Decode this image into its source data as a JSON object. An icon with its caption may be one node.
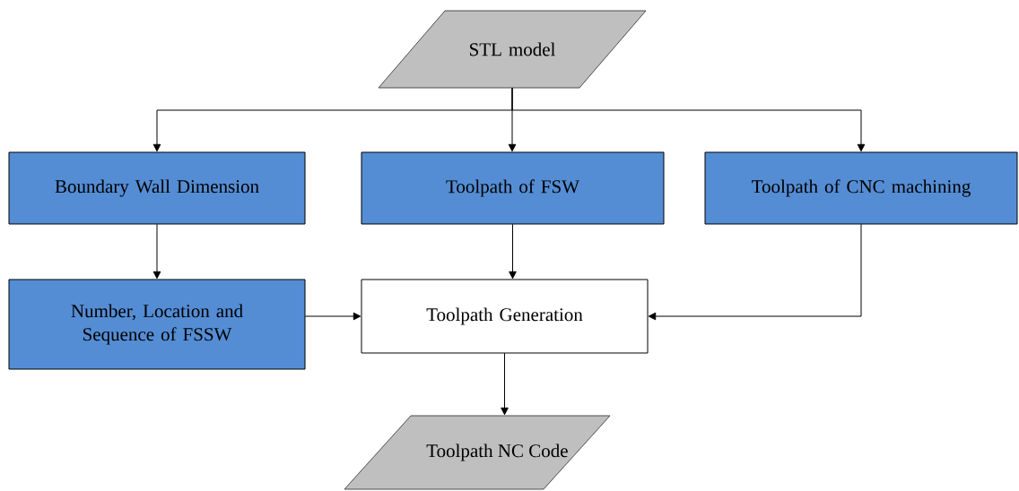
{
  "diagram": {
    "nodes": [
      {
        "text": [
          "STL model"
        ]
      },
      {
        "text": [
          "Boundary Wall Dimension"
        ]
      },
      {
        "text": [
          "Toolpath of FSW"
        ]
      },
      {
        "text": [
          "Toolpath of CNC machining"
        ]
      },
      {
        "text": [
          "Number, Location and Sequence of FSSW"
        ]
      },
      {
        "text": [
          "Toolpath Generation"
        ]
      },
      {
        "text": [
          "Toolpath NC Code"
        ]
      }
    ],
    "edges": [
      {
        "from": 0,
        "to": 1,
        "arrow": "to"
      },
      {
        "from": 0,
        "to": 2,
        "arrow": "to"
      },
      {
        "from": 0,
        "to": 3,
        "arrow": "to"
      },
      {
        "from": 1,
        "to": 4,
        "arrow": "to"
      },
      {
        "from": 2,
        "to": 5,
        "arrow": "to"
      },
      {
        "from": 3,
        "to": 5,
        "arrow": "to"
      },
      {
        "from": 4,
        "to": 5,
        "arrow": "to"
      },
      {
        "from": 5,
        "to": 6,
        "arrow": "to"
      }
    ]
  }
}
